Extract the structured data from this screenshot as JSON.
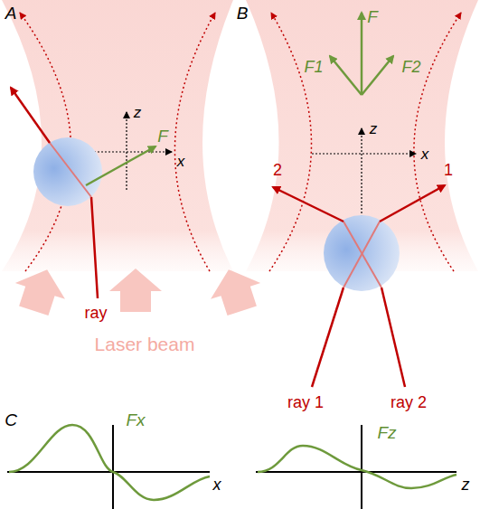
{
  "diagram": {
    "labels": [
      "A",
      "z",
      "x",
      "F",
      "ray",
      "B",
      "F",
      "F1",
      "F2",
      "z",
      "x",
      "2",
      "1",
      "ray 1",
      "ray 2",
      "Laser beam",
      "C",
      "Fx",
      "x",
      "Fz",
      "z"
    ]
  }
}
